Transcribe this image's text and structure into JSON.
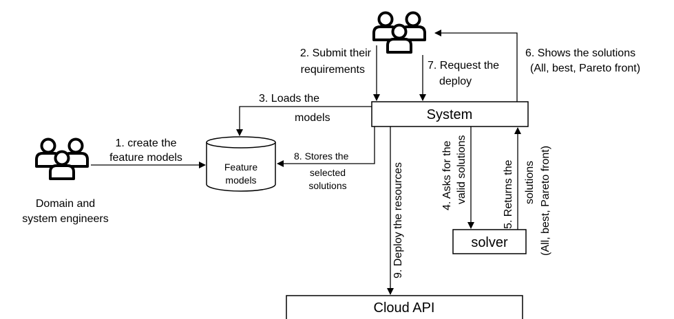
{
  "nodes": {
    "system": "System",
    "solver": "solver",
    "cloud_api": "Cloud API",
    "feature_models": [
      "Feature",
      "models"
    ],
    "engineers": [
      "Domain and",
      "system engineers"
    ]
  },
  "steps": {
    "s1": [
      "1. create the",
      "feature models"
    ],
    "s2": [
      "2. Submit their",
      "requirements"
    ],
    "s3": [
      "3. Loads the",
      "models"
    ],
    "s4": [
      "4. Asks for the",
      "valid solutions"
    ],
    "s5": [
      "5. Returns the",
      "solutions",
      "(All, best, Pareto front)"
    ],
    "s6": [
      "6. Shows the solutions",
      "(All, best, Pareto front)"
    ],
    "s7": [
      "7. Request the",
      "deploy"
    ],
    "s8": [
      "8. Stores the",
      "selected",
      "solutions"
    ],
    "s9": "9. Deploy the resources"
  },
  "icons": {
    "users_top": "user-group-icon",
    "users_left": "user-group-icon"
  }
}
